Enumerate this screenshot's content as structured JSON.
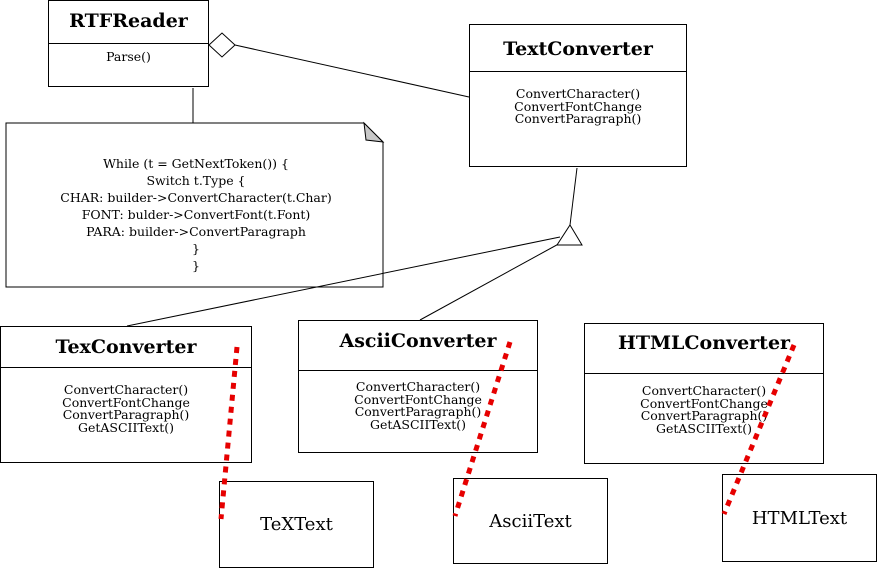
{
  "classes": {
    "rtf_reader": {
      "name": "RTFReader",
      "operations": [
        "Parse()"
      ]
    },
    "text_converter": {
      "name": "TextConverter",
      "operations": [
        "ConvertCharacter()",
        "ConvertFontChange",
        "ConvertParagraph()"
      ]
    },
    "tex_converter": {
      "name": "TexConverter",
      "operations": [
        "ConvertCharacter()",
        "ConvertFontChange",
        "ConvertParagraph()",
        "GetASCIIText()"
      ]
    },
    "ascii_converter": {
      "name": "AsciiConverter",
      "operations": [
        "ConvertCharacter()",
        "ConvertFontChange",
        "ConvertParagraph()",
        "GetASCIIText()"
      ]
    },
    "html_converter": {
      "name": "HTMLConverter",
      "operations": [
        "ConvertCharacter()",
        "ConvertFontChange",
        "ConvertParagraph()",
        "GetASCIIText()"
      ]
    }
  },
  "products": {
    "tex_text": "TeXText",
    "ascii_text": "AsciiText",
    "html_text": "HTMLText"
  },
  "note": {
    "lines": [
      "While (t = GetNextToken()) {",
      "Switch t.Type {",
      "CHAR: builder->ConvertCharacter(t.Char)",
      "FONT: bulder->ConvertFont(t.Font)",
      "PARA: builder->ConvertParagraph",
      "}",
      "}"
    ]
  },
  "colors": {
    "line": "#000000",
    "dependency": "#e60000"
  }
}
